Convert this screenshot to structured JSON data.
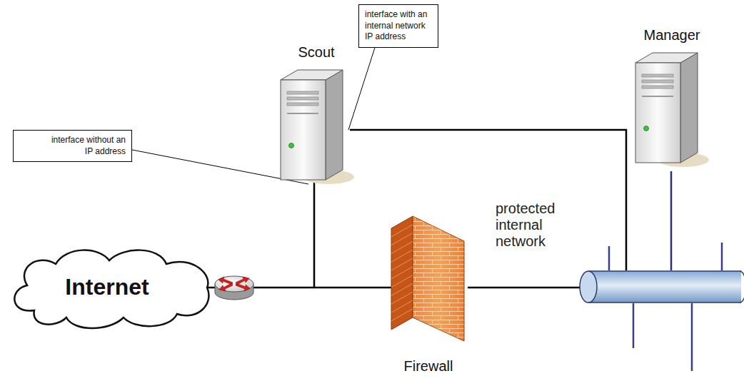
{
  "diagram": {
    "nodes": [
      {
        "text": [
          "interface with an internal network IP address"
        ]
      },
      {
        "text": [
          "Scout"
        ]
      },
      {
        "text": [
          "Manager"
        ]
      },
      {
        "text": [
          "interface without an IP address"
        ]
      },
      {
        "text": [
          "protected internal network"
        ]
      },
      {
        "text": [
          "Internet"
        ]
      },
      {
        "text": [
          "Firewall"
        ]
      }
    ],
    "edges": [
      {
        "from": 5,
        "to": 6,
        "arrow": "none"
      },
      {
        "from": 6,
        "to": 4,
        "arrow": "none"
      },
      {
        "from": 1,
        "to": 4,
        "arrow": "none"
      },
      {
        "from": 2,
        "to": 4,
        "arrow": "none"
      }
    ]
  }
}
